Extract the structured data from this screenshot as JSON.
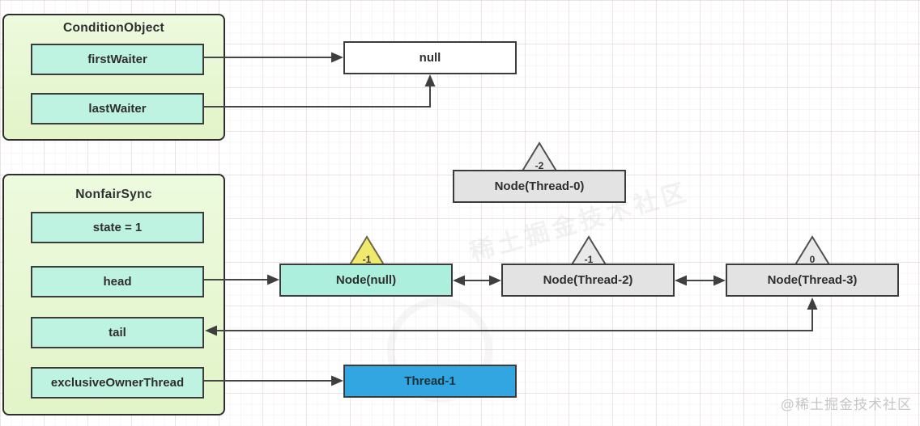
{
  "diagram": {
    "condition_object": {
      "title": "ConditionObject",
      "fields": [
        {
          "label": "firstWaiter"
        },
        {
          "label": "lastWaiter"
        }
      ]
    },
    "nonfair_sync": {
      "title": "NonfairSync",
      "fields": [
        {
          "label": "state = 1"
        },
        {
          "label": "head"
        },
        {
          "label": "tail"
        },
        {
          "label": "exclusiveOwnerThread"
        }
      ]
    },
    "null_box": {
      "label": "null"
    },
    "owner_thread_box": {
      "label": "Thread-1"
    },
    "queue_nodes": [
      {
        "label": "Node(Thread-0)",
        "wait_status": "-2",
        "variant": "gray",
        "triangle_fill": "#e9e9e9"
      },
      {
        "label": "Node(null)",
        "wait_status": "-1",
        "variant": "mint",
        "triangle_fill": "#f1e96e"
      },
      {
        "label": "Node(Thread-2)",
        "wait_status": "-1",
        "variant": "gray",
        "triangle_fill": "#e9e9e9"
      },
      {
        "label": "Node(Thread-3)",
        "wait_status": "0",
        "variant": "gray",
        "triangle_fill": "#e9e9e9"
      }
    ],
    "edges": [
      {
        "from": "firstWaiter",
        "to": "null",
        "type": "single"
      },
      {
        "from": "lastWaiter",
        "to": "null",
        "type": "single"
      },
      {
        "from": "head",
        "to": "Node(null)",
        "type": "single"
      },
      {
        "between": [
          "Node(null)",
          "Node(Thread-2)"
        ],
        "type": "double"
      },
      {
        "between": [
          "Node(Thread-2)",
          "Node(Thread-3)"
        ],
        "type": "double"
      },
      {
        "between": [
          "tail",
          "Node(Thread-3)"
        ],
        "type": "double"
      },
      {
        "from": "exclusiveOwnerThread",
        "to": "Thread-1",
        "type": "single"
      }
    ]
  },
  "watermarks": {
    "bottom_right": "@稀土掘金技术社区",
    "diagonal": "稀土掘金技术社区"
  },
  "colors": {
    "container_fill": "#e8f7d3",
    "field_fill": "#bef2e1",
    "node_gray_fill": "#e3e3e3",
    "node_mint_fill": "#abefdc",
    "thread_fill": "#31a6e1",
    "triangle_yellow": "#f1e96e",
    "triangle_gray": "#e9e9e9",
    "arrow_color": "#454545"
  }
}
